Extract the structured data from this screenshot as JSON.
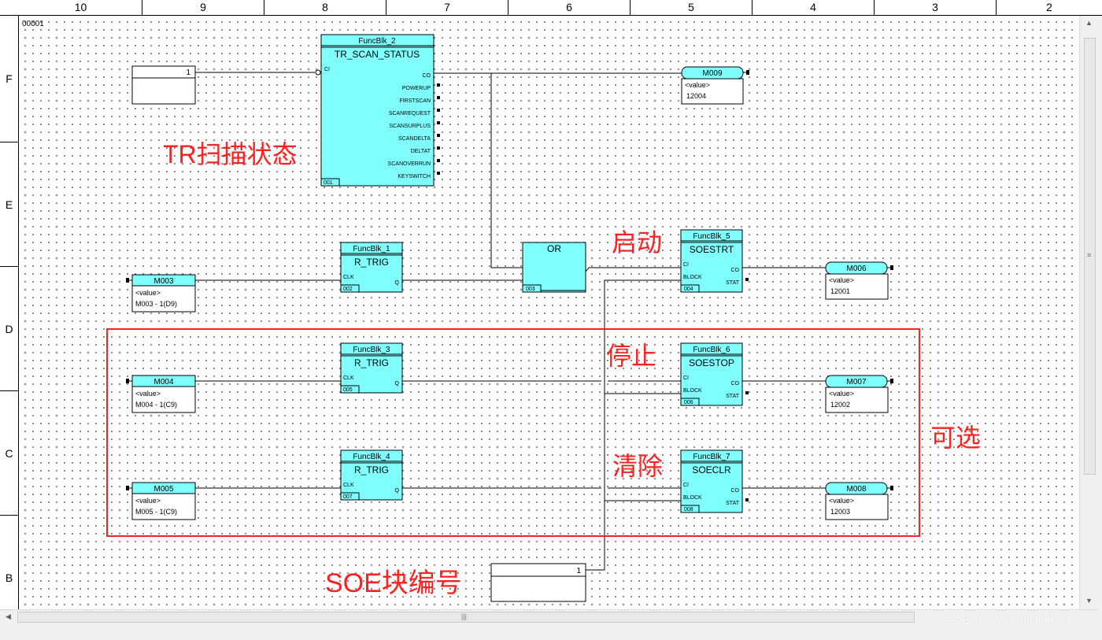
{
  "columns": [
    "10",
    "9",
    "8",
    "7",
    "6",
    "5",
    "4",
    "3",
    "2"
  ],
  "rows": [
    "F",
    "E",
    "D",
    "C",
    "B"
  ],
  "sheet_label": "00001",
  "blocks": {
    "scan": {
      "name": "FuncBlk_2",
      "type": "TR_SCAN_STATUS",
      "num": "001",
      "in": [
        "CI"
      ],
      "out": [
        "CO",
        "POWERUP",
        "FIRSTSCAN",
        "SCANREQUEST",
        "SCANSURPLUS",
        "SCANDELTA",
        "DELTAT",
        "SCANOVERRUN",
        "KEYSWITCH"
      ]
    },
    "trig1": {
      "name": "FuncBlk_1",
      "type": "R_TRIG",
      "num": "002",
      "in": [
        "CLK"
      ],
      "out": [
        "Q"
      ]
    },
    "or": {
      "type": "OR",
      "num": "003"
    },
    "soe5": {
      "name": "FuncBlk_5",
      "type": "SOESTRT",
      "num": "004",
      "in": [
        "CI",
        "BLOCK"
      ],
      "out": [
        "CO",
        "STAT"
      ]
    },
    "trig3": {
      "name": "FuncBlk_3",
      "type": "R_TRIG",
      "num": "005",
      "in": [
        "CLK"
      ],
      "out": [
        "Q"
      ]
    },
    "soe6": {
      "name": "FuncBlk_6",
      "type": "SOESTOP",
      "num": "006",
      "in": [
        "CI",
        "BLOCK"
      ],
      "out": [
        "CO",
        "STAT"
      ]
    },
    "trig4": {
      "name": "FuncBlk_4",
      "type": "R_TRIG",
      "num": "007",
      "in": [
        "CLK"
      ],
      "out": [
        "Q"
      ]
    },
    "soe7": {
      "name": "FuncBlk_7",
      "type": "SOECLR",
      "num": "008",
      "in": [
        "CI",
        "BLOCK"
      ],
      "out": [
        "CO",
        "STAT"
      ]
    }
  },
  "constants": {
    "scan_ci": "1",
    "block_no": "1"
  },
  "input_vars": [
    {
      "name": "M003",
      "value_label": "<value>",
      "desc": "M003 - 1(D9)"
    },
    {
      "name": "M004",
      "value_label": "<value>",
      "desc": "M004 - 1(C9)"
    },
    {
      "name": "M005",
      "value_label": "<value>",
      "desc": "M005 - 1(C9)"
    }
  ],
  "output_vars": [
    {
      "name": "M009",
      "value_label": "<value>",
      "value": "12004"
    },
    {
      "name": "M006",
      "value_label": "<value>",
      "value": "12001"
    },
    {
      "name": "M007",
      "value_label": "<value>",
      "value": "12002"
    },
    {
      "name": "M008",
      "value_label": "<value>",
      "value": "12003"
    }
  ],
  "annotations": {
    "scan": "TR扫描状态",
    "start": "启动",
    "stop": "停止",
    "clear": "清除",
    "optional": "可选",
    "block_id": "SOE块编号"
  },
  "colors": {
    "block_fill": "#80FFFF",
    "annotation": "#FF2020",
    "wire": "#000000"
  },
  "watermark": "安全客 ( www.anquanke.com )"
}
